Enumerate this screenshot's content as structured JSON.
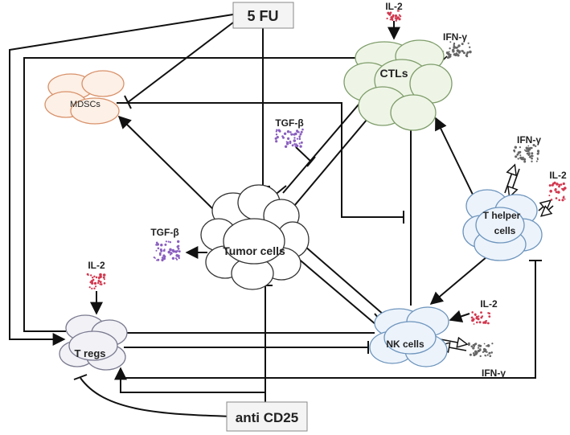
{
  "drugs": {
    "five_fu": "5 FU",
    "anti_cd25": "anti CD25"
  },
  "cells": {
    "ctls": "CTLs",
    "mdscs": "MDSCs",
    "tumor": "Tumor cells",
    "t_helper": "T helper cells",
    "t_helper_line1": "T helper",
    "t_helper_line2": "cells",
    "nk": "NK cells",
    "tregs": "T regs"
  },
  "cytokines": {
    "il2": "IL-2",
    "ifn_gamma": "IFN-γ",
    "tgf_beta": "TGF-β"
  },
  "colors": {
    "ctls_fill": "#eef5e6",
    "ctls_stroke": "#7e9c6a",
    "mdscs_fill": "#fdf0e6",
    "mdscs_stroke": "#d8916a",
    "tumor_fill": "#ffffff",
    "tumor_stroke": "#333333",
    "helper_fill": "#ecf3fb",
    "helper_stroke": "#6e95bd",
    "nk_fill": "#ecf3fb",
    "nk_stroke": "#6e95bd",
    "tregs_fill": "#f1f1f6",
    "tregs_stroke": "#7a7a90",
    "il2_dots": "#d2384f",
    "ifn_dots": "#666666",
    "tgf_dots": "#8a5fbf"
  }
}
